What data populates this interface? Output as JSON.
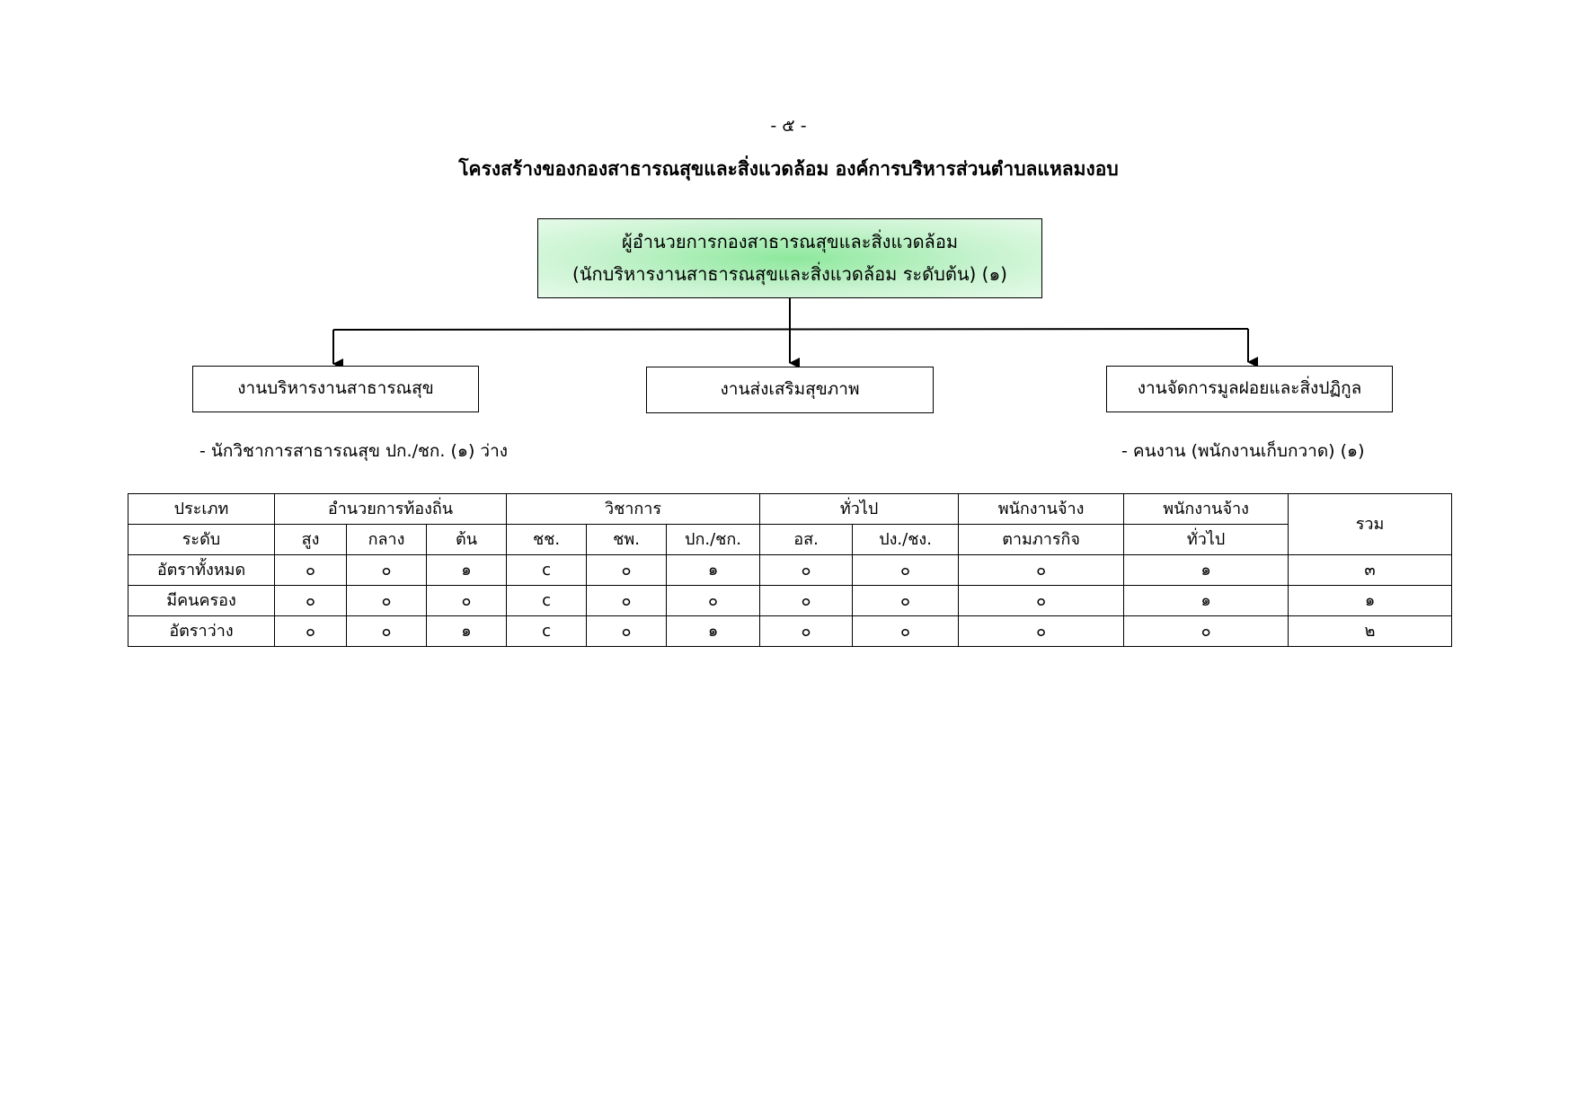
{
  "page_number": "- ๕ -",
  "title": "โครงสร้างของกองสาธารณสุขและสิ่งแวดล้อม องค์การบริหารส่วนตำบลแหลมงอบ",
  "org_chart": {
    "head": {
      "line1": "ผู้อำนวยการกองสาธารณสุขและสิ่งแวดล้อม",
      "line2": "(นักบริหารงานสาธารณสุขและสิ่งแวดล้อม ระดับต้น) (๑)"
    },
    "units": [
      {
        "label": "งานบริหารงานสาธารณสุข",
        "staff": "- นักวิชาการสาธารณสุข ปก./ชก. (๑) ว่าง"
      },
      {
        "label": "งานส่งเสริมสุขภาพ",
        "staff": ""
      },
      {
        "label": "งานจัดการมูลฝอยและสิ่งปฏิกูล",
        "staff": "- คนงาน (พนักงานเก็บกวาด) (๑)"
      }
    ]
  },
  "table": {
    "type_label": "ประเภท",
    "level_label": "ระดับ",
    "groups": {
      "local_director": "อำนวยการท้องถิ่น",
      "academic": "วิชาการ",
      "general": "ทั่วไป",
      "mission_employee_line1": "พนักงานจ้าง",
      "mission_employee_line2": "ตามภารกิจ",
      "general_employee_line1": "พนักงานจ้าง",
      "general_employee_line2": "ทั่วไป",
      "total": "รวม"
    },
    "levels": {
      "high": "สูง",
      "middle": "กลาง",
      "initial": "ต้น",
      "chch": "ชช.",
      "chp": "ชพ.",
      "pk_chk": "ปก./ชก.",
      "os": "อส.",
      "pg_chg": "ปง./ชง."
    },
    "rows": [
      {
        "label": "อัตราทั้งหมด",
        "cells": [
          "๐",
          "๐",
          "๑",
          "c",
          "๐",
          "๑",
          "๐",
          "๐",
          "๐",
          "๑",
          "๓"
        ]
      },
      {
        "label": "มีคนครอง",
        "cells": [
          "๐",
          "๐",
          "๐",
          "c",
          "๐",
          "๐",
          "๐",
          "๐",
          "๐",
          "๑",
          "๑"
        ]
      },
      {
        "label": "อัตราว่าง",
        "cells": [
          "๐",
          "๐",
          "๑",
          "c",
          "๐",
          "๑",
          "๐",
          "๐",
          "๐",
          "๐",
          "๒"
        ]
      }
    ]
  }
}
